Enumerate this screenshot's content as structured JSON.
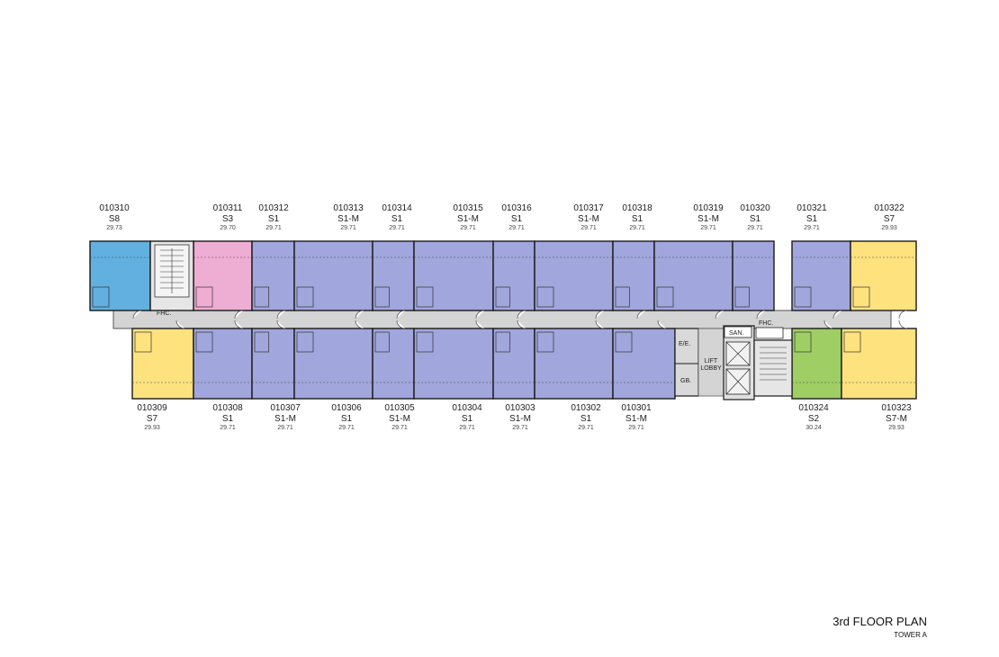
{
  "title": "3rd FLOOR PLAN",
  "subtitle": "TOWER A",
  "colors": {
    "S1": "#a1a6dc",
    "S1-M": "#a1a6dc",
    "S2": "#9fce64",
    "S3": "#eeadd3",
    "S7": "#fde27e",
    "S7-M": "#fde27e",
    "S8": "#62b0e0",
    "corridor": "#d4d4d4",
    "wall": "#1a1a1a"
  },
  "units": [
    {
      "no": "010310",
      "type": "S8",
      "area": "29.73"
    },
    {
      "no": "010311",
      "type": "S3",
      "area": "29.70"
    },
    {
      "no": "010312",
      "type": "S1",
      "area": "29.71"
    },
    {
      "no": "010313",
      "type": "S1-M",
      "area": "29.71"
    },
    {
      "no": "010314",
      "type": "S1",
      "area": "29.71"
    },
    {
      "no": "010315",
      "type": "S1-M",
      "area": "29.71"
    },
    {
      "no": "010316",
      "type": "S1",
      "area": "29.71"
    },
    {
      "no": "010317",
      "type": "S1-M",
      "area": "29.71"
    },
    {
      "no": "010318",
      "type": "S1",
      "area": "29.71"
    },
    {
      "no": "010319",
      "type": "S1-M",
      "area": "29.71"
    },
    {
      "no": "010320",
      "type": "S1",
      "area": "29.71"
    },
    {
      "no": "010321",
      "type": "S1",
      "area": "29.71"
    },
    {
      "no": "010322",
      "type": "S7",
      "area": "29.93"
    },
    {
      "no": "010309",
      "type": "S7",
      "area": "29.93"
    },
    {
      "no": "010308",
      "type": "S1",
      "area": "29.71"
    },
    {
      "no": "010307",
      "type": "S1-M",
      "area": "29.71"
    },
    {
      "no": "010306",
      "type": "S1",
      "area": "29.71"
    },
    {
      "no": "010305",
      "type": "S1-M",
      "area": "29.71"
    },
    {
      "no": "010304",
      "type": "S1",
      "area": "29.71"
    },
    {
      "no": "010303",
      "type": "S1-M",
      "area": "29.71"
    },
    {
      "no": "010302",
      "type": "S1",
      "area": "29.71"
    },
    {
      "no": "010301",
      "type": "S1-M",
      "area": "29.71"
    },
    {
      "no": "010324",
      "type": "S2",
      "area": "30.24"
    },
    {
      "no": "010323",
      "type": "S7-M",
      "area": "29.93"
    }
  ],
  "plan_labels": {
    "fhc_left": "FHC.",
    "fhc_right": "FHC.",
    "ee": "E/E.",
    "gb": "GB.",
    "san": "SAN.",
    "lift_lobby": "LIFT LOBBY"
  }
}
